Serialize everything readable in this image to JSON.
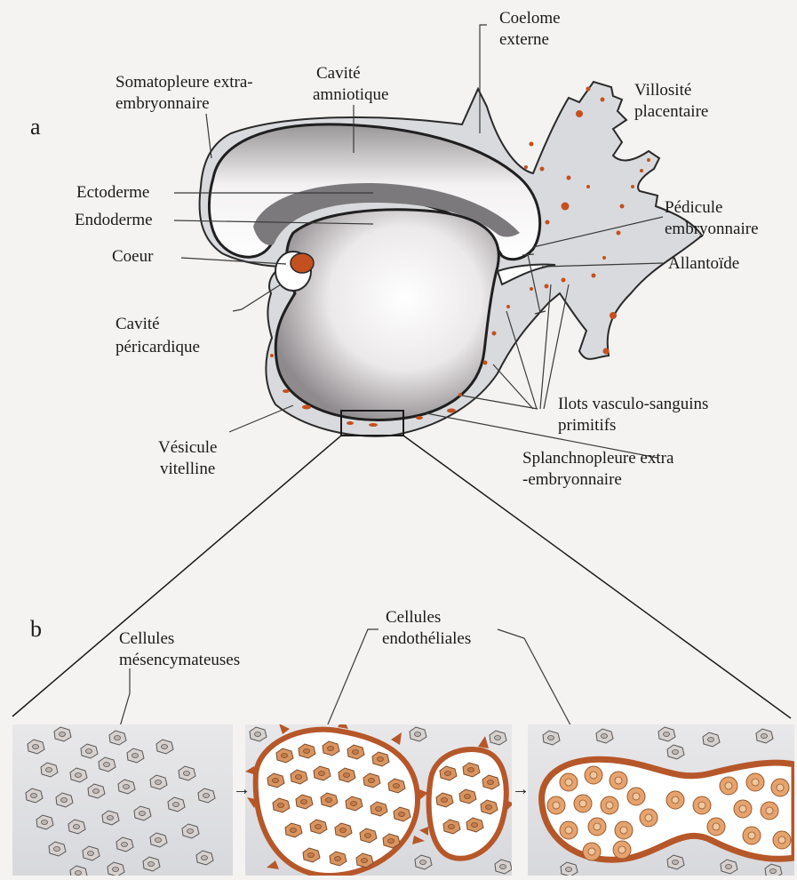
{
  "panels": {
    "a": "a",
    "b": "b"
  },
  "labels": {
    "coelome_1": "Coelome",
    "coelome_2": "externe",
    "somato_1": "Somatopleure extra-",
    "somato_2": "embryonnaire",
    "amnio_1": "Cavité",
    "amnio_2": "amniotique",
    "villo_1": "Villosité",
    "villo_2": "placentaire",
    "ectoderme": "Ectoderme",
    "endoderme": "Endoderme",
    "pedicule_1": "Pédicule",
    "pedicule_2": "embryonnaire",
    "coeur": "Coeur",
    "allantoide": "Allantoïde",
    "peri_1": "Cavité",
    "peri_2": "péricardique",
    "ilots_1": "Ilots vasculo-sanguins",
    "ilots_2": "primitifs",
    "vesicule_1": "Vésicule",
    "vesicule_2": "vitelline",
    "splanch_1": "Splanchnopleure extra",
    "splanch_2": "-embryonnaire",
    "cell_mes_1": "Cellules",
    "cell_mes_2": "mésencymateuses",
    "cell_endo_1": "Cellules",
    "cell_endo_2": "endothéliales"
  },
  "colors": {
    "background": "#f4f3f1",
    "embryo_outline": "#2a2a2a",
    "mesoderm_fill": "#d9dadd",
    "blood_islands": "#c4501f",
    "endothelial": "#b6572a",
    "blood_cells": "#e4a36f",
    "mesenchyme": "#d7d2cf"
  }
}
